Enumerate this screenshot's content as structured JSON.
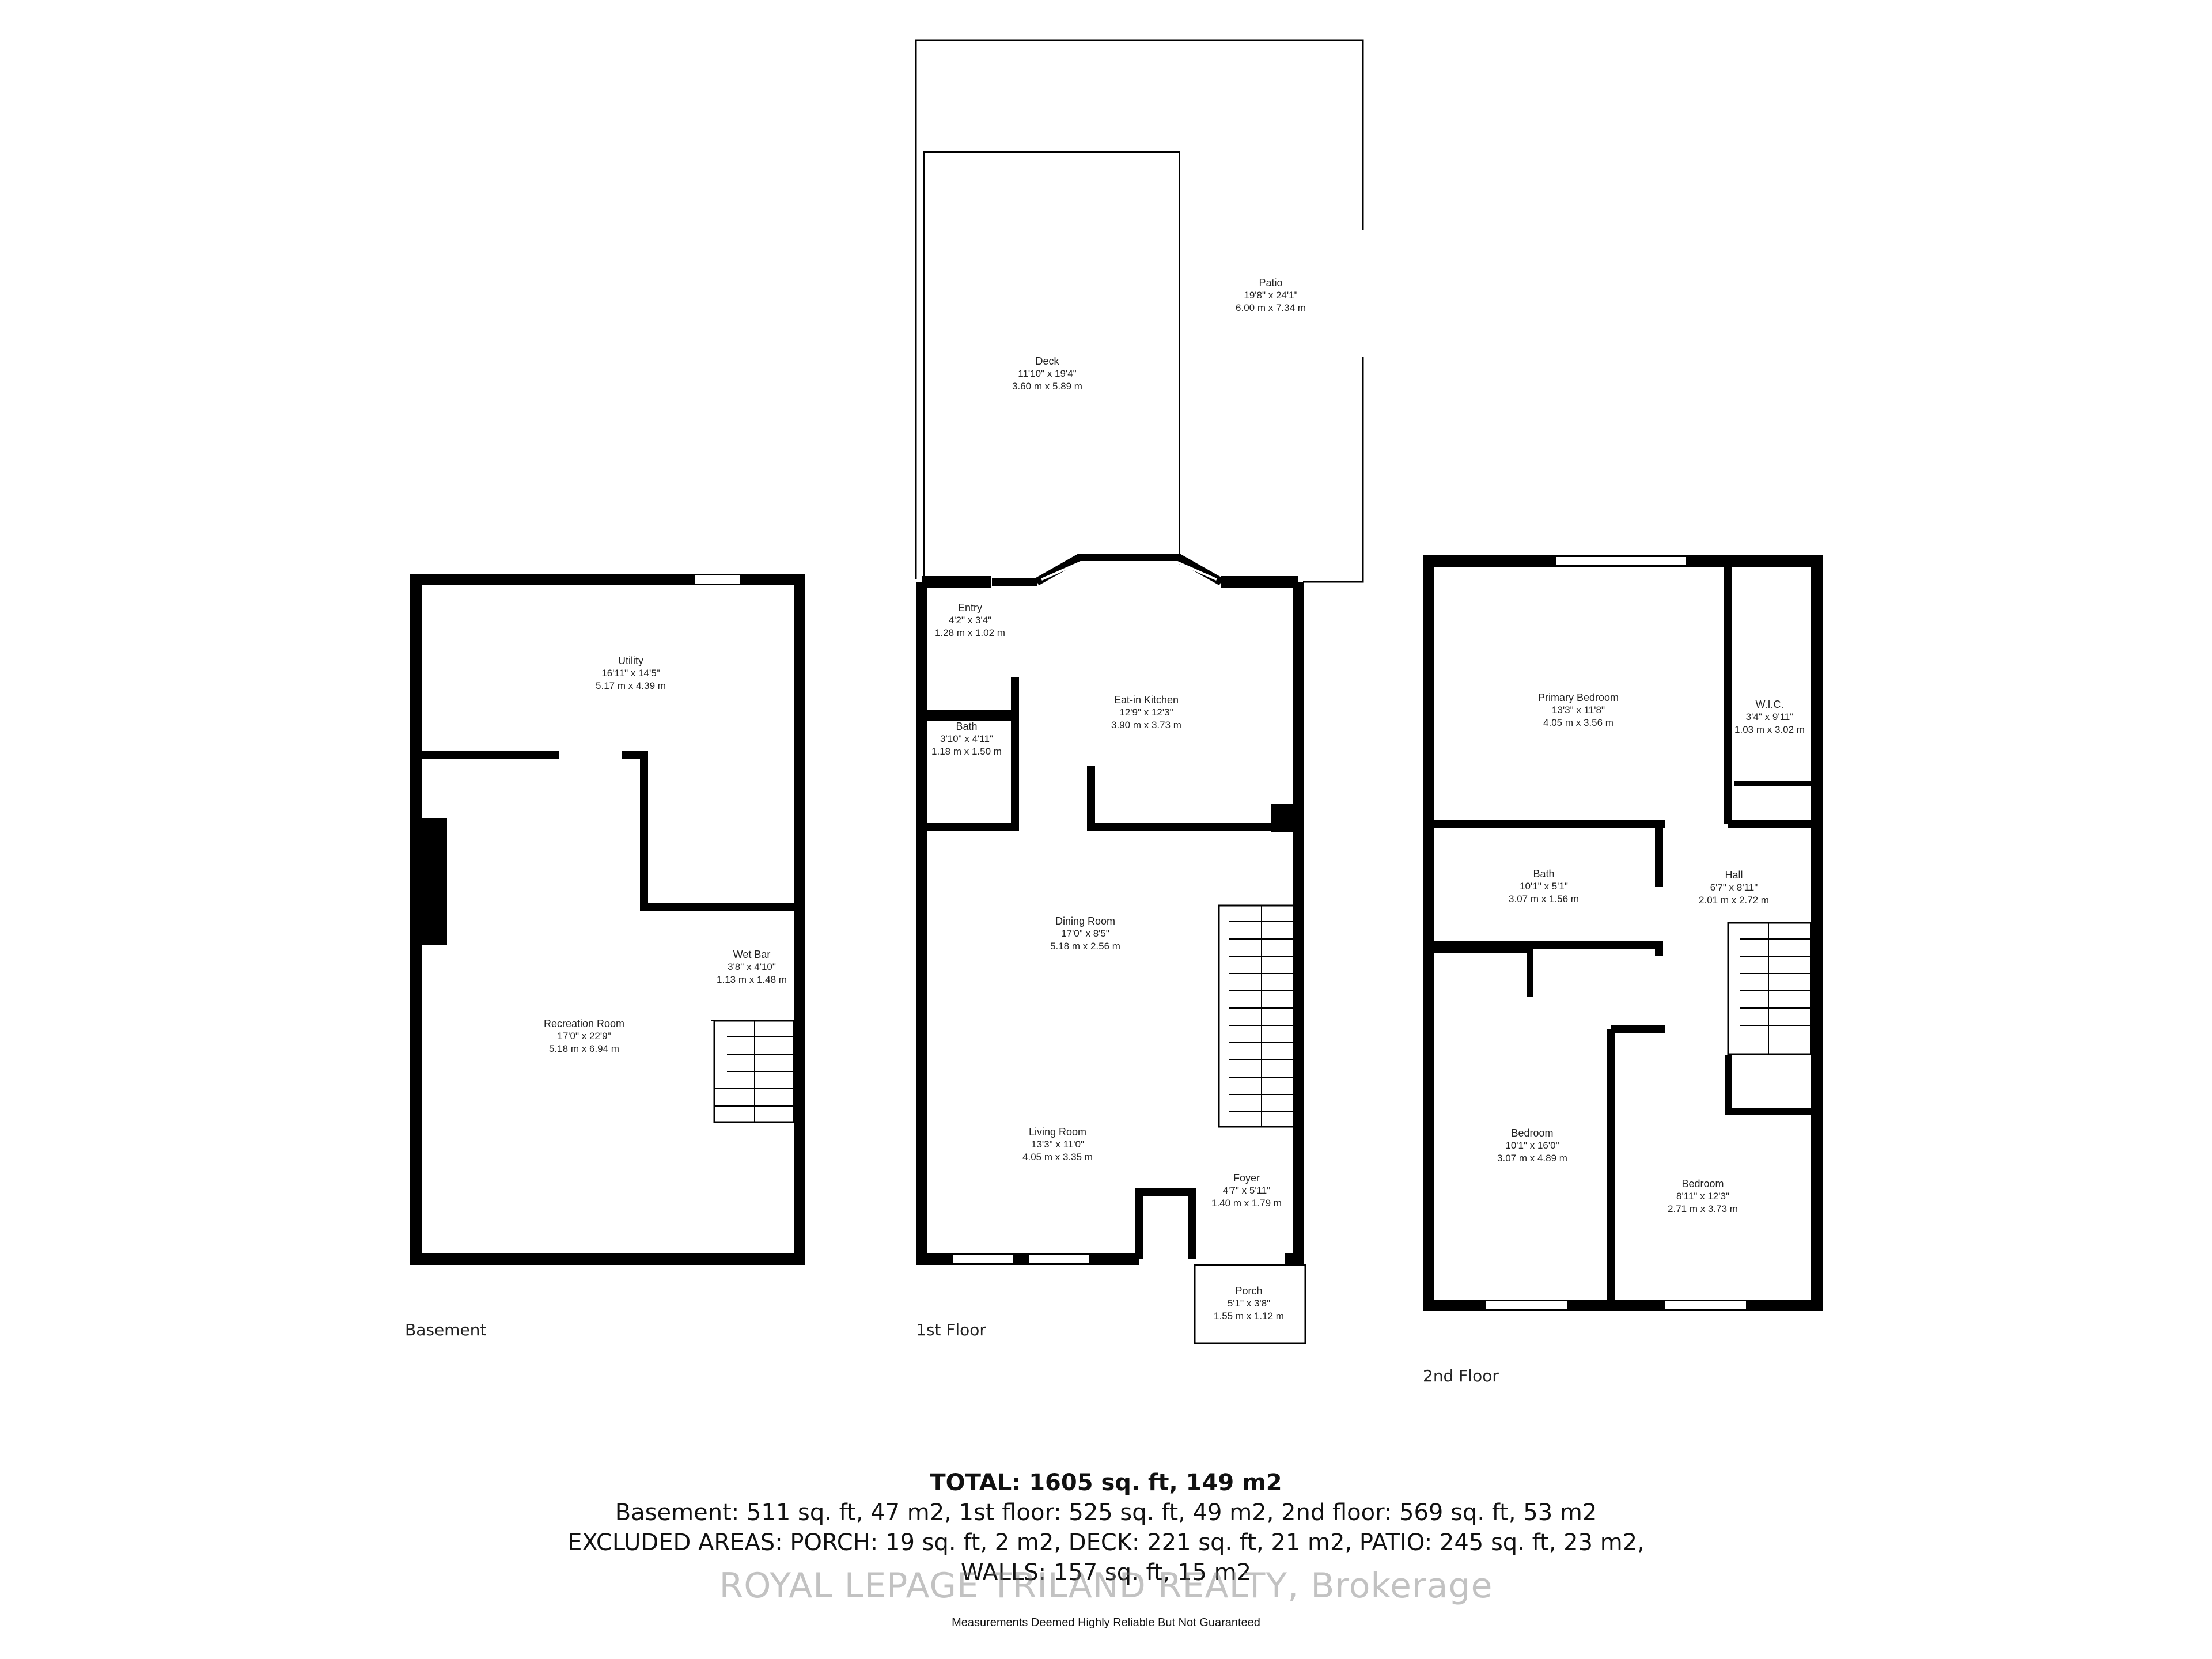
{
  "floors": {
    "basement": {
      "label": "Basement",
      "rooms": {
        "utility": {
          "name": "Utility",
          "imperial": "16'11\" x 14'5\"",
          "metric": "5.17 m x 4.39 m"
        },
        "wet_bar": {
          "name": "Wet Bar",
          "imperial": "3'8\" x 4'10\"",
          "metric": "1.13 m x 1.48 m"
        },
        "recreation": {
          "name": "Recreation Room",
          "imperial": "17'0\" x 22'9\"",
          "metric": "5.18 m x 6.94 m"
        }
      }
    },
    "first": {
      "label": "1st Floor",
      "rooms": {
        "patio": {
          "name": "Patio",
          "imperial": "19'8\" x 24'1\"",
          "metric": "6.00 m x 7.34 m"
        },
        "deck": {
          "name": "Deck",
          "imperial": "11'10\" x 19'4\"",
          "metric": "3.60 m x 5.89 m"
        },
        "entry": {
          "name": "Entry",
          "imperial": "4'2\" x 3'4\"",
          "metric": "1.28 m x 1.02 m"
        },
        "kitchen": {
          "name": "Eat-in Kitchen",
          "imperial": "12'9\" x 12'3\"",
          "metric": "3.90 m x 3.73 m"
        },
        "bath": {
          "name": "Bath",
          "imperial": "3'10\" x 4'11\"",
          "metric": "1.18 m x 1.50 m"
        },
        "dining": {
          "name": "Dining Room",
          "imperial": "17'0\" x 8'5\"",
          "metric": "5.18 m x 2.56 m"
        },
        "living": {
          "name": "Living Room",
          "imperial": "13'3\" x 11'0\"",
          "metric": "4.05 m x 3.35 m"
        },
        "foyer": {
          "name": "Foyer",
          "imperial": "4'7\" x 5'11\"",
          "metric": "1.40 m x 1.79 m"
        },
        "porch": {
          "name": "Porch",
          "imperial": "5'1\" x 3'8\"",
          "metric": "1.55 m x 1.12 m"
        }
      }
    },
    "second": {
      "label": "2nd Floor",
      "rooms": {
        "primary": {
          "name": "Primary Bedroom",
          "imperial": "13'3\" x 11'8\"",
          "metric": "4.05 m x 3.56 m"
        },
        "wic": {
          "name": "W.I.C.",
          "imperial": "3'4\" x 9'11\"",
          "metric": "1.03 m x 3.02 m"
        },
        "bath": {
          "name": "Bath",
          "imperial": "10'1\" x 5'1\"",
          "metric": "3.07 m x 1.56 m"
        },
        "hall": {
          "name": "Hall",
          "imperial": "6'7\" x 8'11\"",
          "metric": "2.01 m x 2.72 m"
        },
        "bedroom1": {
          "name": "Bedroom",
          "imperial": "10'1\" x 16'0\"",
          "metric": "3.07 m x 4.89 m"
        },
        "bedroom2": {
          "name": "Bedroom",
          "imperial": "8'11\" x 12'3\"",
          "metric": "2.71 m x 3.73 m"
        }
      }
    }
  },
  "summary": {
    "total": "TOTAL: 1605 sq. ft, 149 m2",
    "line1": "Basement: 511 sq. ft, 47 m2, 1st floor: 525 sq. ft, 49 m2, 2nd floor: 569 sq. ft, 53 m2",
    "line2": "EXCLUDED AREAS: PORCH: 19 sq. ft, 2 m2, DECK: 221 sq. ft, 21 m2, PATIO: 245 sq. ft, 23 m2,",
    "line3": "WALLS: 157 sq. ft, 15 m2"
  },
  "watermark": "ROYAL LEPAGE TRILAND REALTY, Brokerage",
  "disclaimer": "Measurements Deemed Highly Reliable But Not Guaranteed",
  "colors": {
    "wall": "#000000",
    "thin_line": "#333333",
    "background": "#ffffff"
  }
}
